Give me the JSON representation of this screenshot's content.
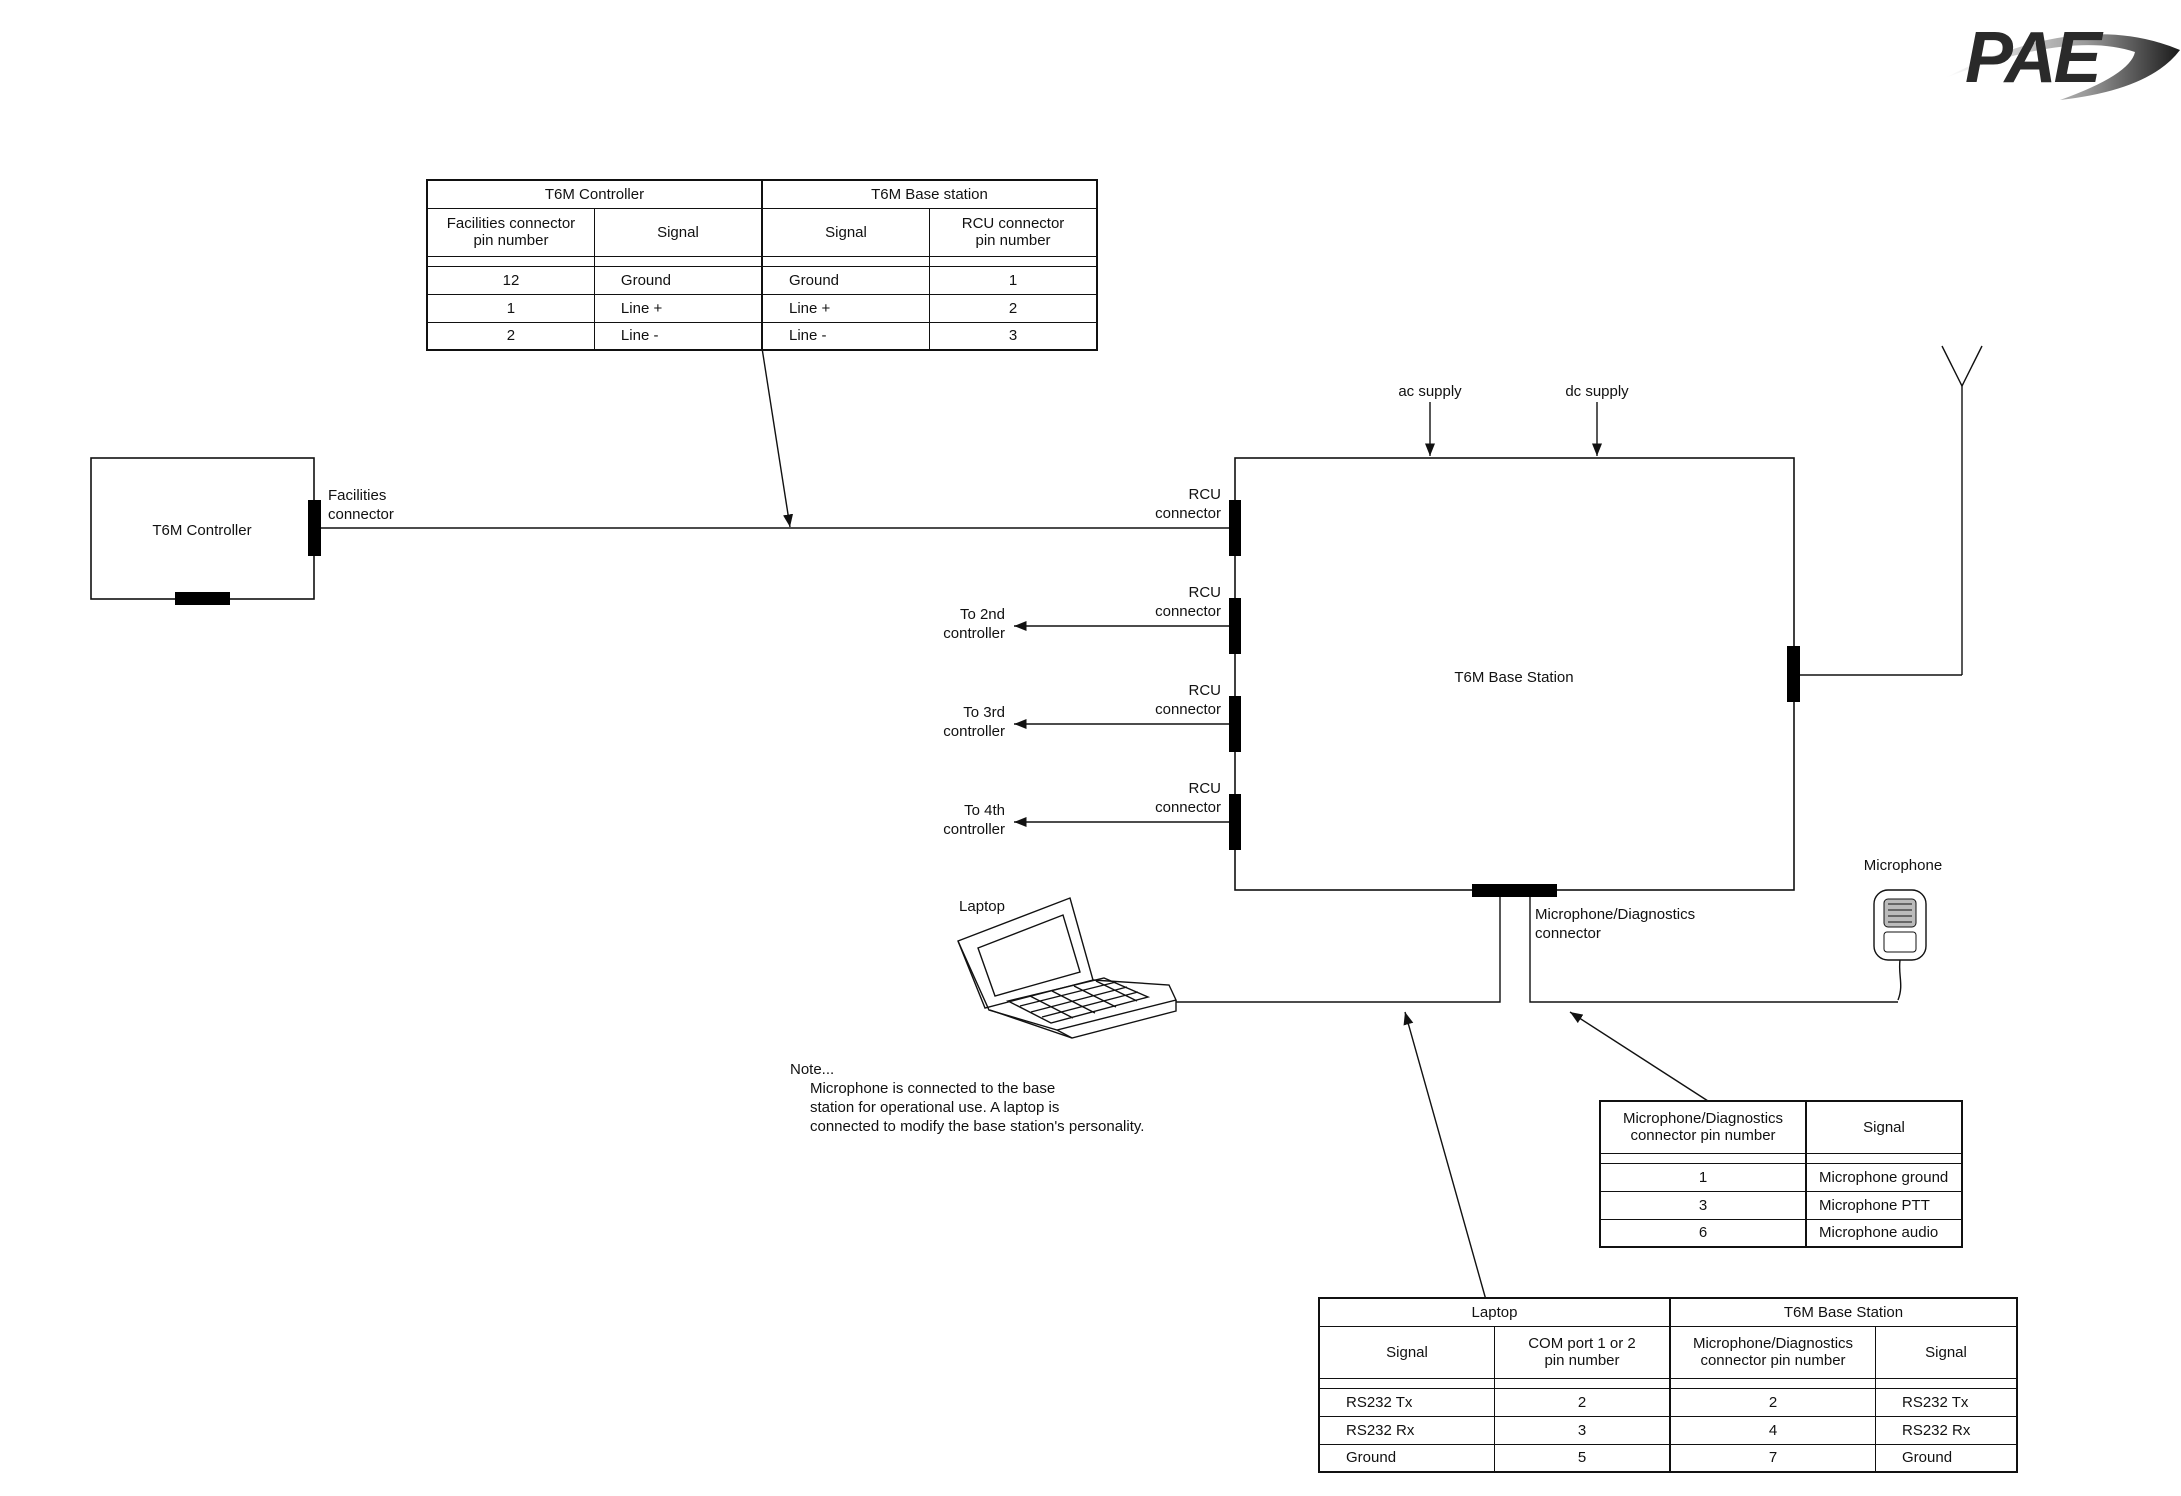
{
  "logo": {
    "text": "PAE"
  },
  "controller": {
    "label": "T6M Controller",
    "connector_label": [
      "Facilities",
      "connector"
    ]
  },
  "base_station": {
    "label": "T6M Base Station",
    "ac_supply": "ac supply",
    "dc_supply": "dc supply",
    "rcu_label": [
      "RCU",
      "connector"
    ],
    "mic_diag_label": [
      "Microphone/Diagnostics",
      "connector"
    ]
  },
  "outputs": [
    [
      "To 2nd",
      "controller"
    ],
    [
      "To 3rd",
      "controller"
    ],
    [
      "To 4th",
      "controller"
    ]
  ],
  "laptop": {
    "label": "Laptop"
  },
  "microphone": {
    "label": "Microphone"
  },
  "note": {
    "heading": "Note...",
    "lines": [
      "Microphone is connected to the base",
      "station for operational use. A laptop is",
      "connected to modify the base station's personality."
    ]
  },
  "table_controller": {
    "groups": [
      "T6M Controller",
      "T6M Base station"
    ],
    "headers": [
      [
        "Facilities connector",
        "pin number"
      ],
      [
        "Signal"
      ],
      [
        "Signal"
      ],
      [
        "RCU connector",
        "pin number"
      ]
    ],
    "rows": [
      [
        "12",
        "Ground",
        "Ground",
        "1"
      ],
      [
        "1",
        "Line +",
        "Line +",
        "2"
      ],
      [
        "2",
        "Line -",
        "Line -",
        "3"
      ]
    ]
  },
  "table_microphone": {
    "headers": [
      [
        "Microphone/Diagnostics",
        "connector pin number"
      ],
      [
        "Signal"
      ]
    ],
    "rows": [
      [
        "1",
        "Microphone ground"
      ],
      [
        "3",
        "Microphone PTT"
      ],
      [
        "6",
        "Microphone audio"
      ]
    ]
  },
  "table_laptop": {
    "groups": [
      "Laptop",
      "T6M Base Station"
    ],
    "headers": [
      [
        "Signal"
      ],
      [
        "COM port 1 or 2",
        "pin number"
      ],
      [
        "Microphone/Diagnostics",
        "connector pin number"
      ],
      [
        "Signal"
      ]
    ],
    "rows": [
      [
        "RS232 Tx",
        "2",
        "2",
        "RS232 Tx"
      ],
      [
        "RS232 Rx",
        "3",
        "4",
        "RS232 Rx"
      ],
      [
        "Ground",
        "5",
        "7",
        "Ground"
      ]
    ]
  }
}
